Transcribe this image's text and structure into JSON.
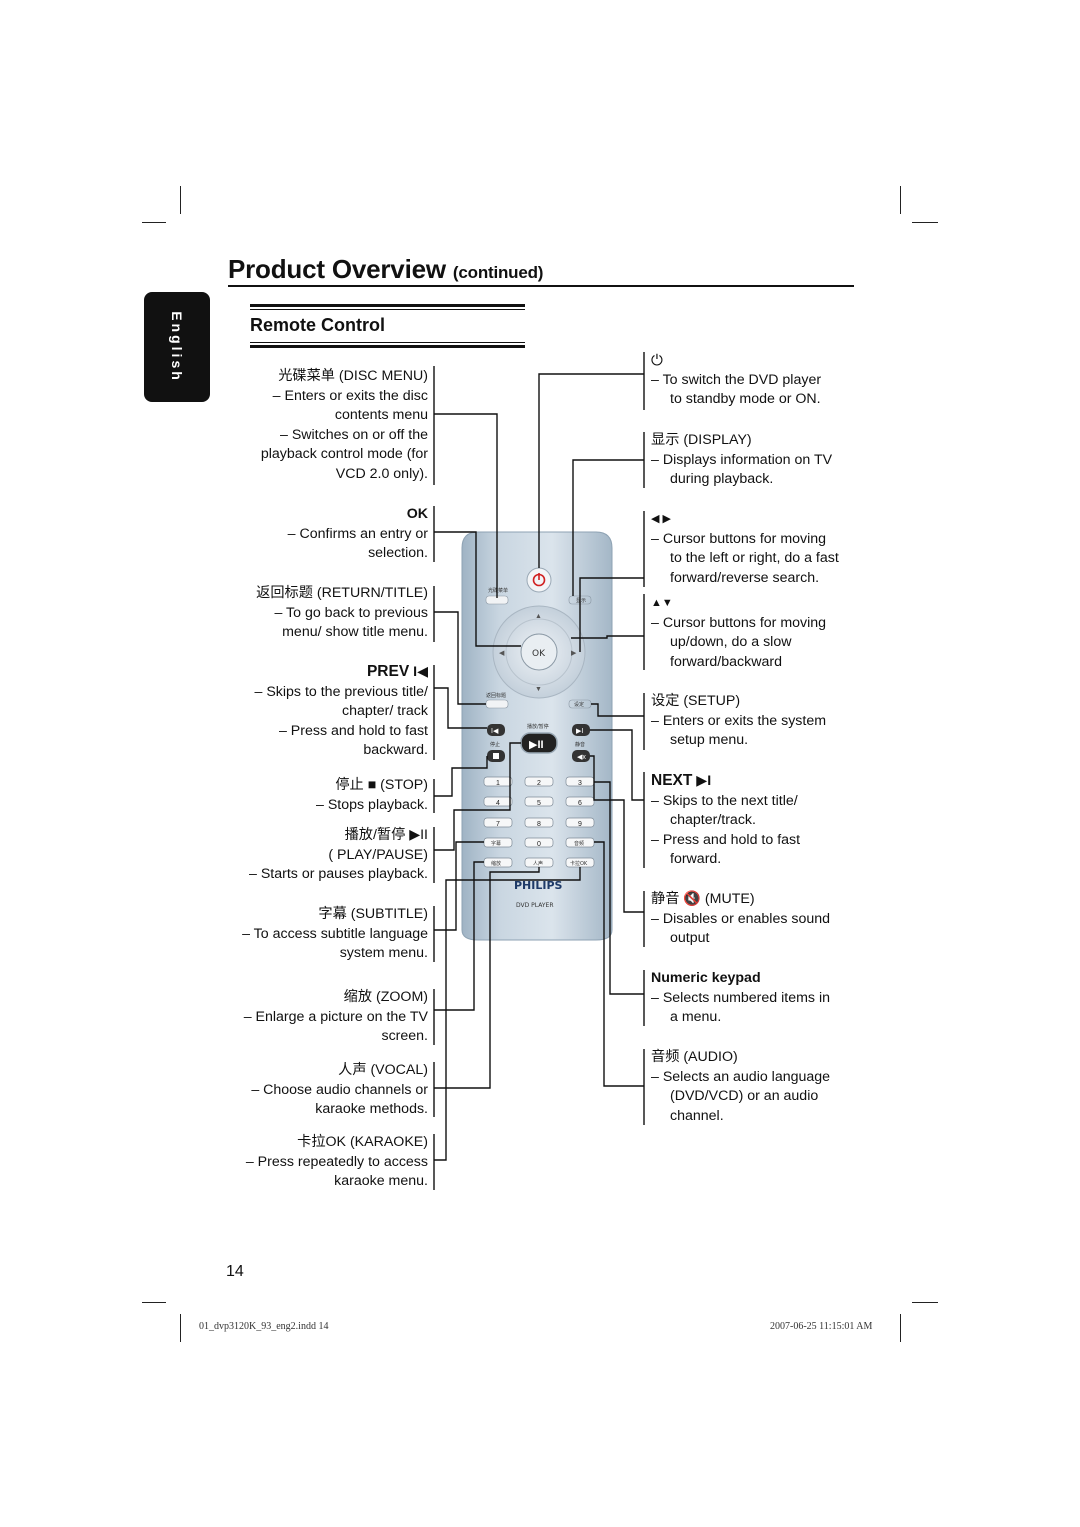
{
  "header": {
    "title": "Product Overview",
    "continued": "(continued)",
    "language_tab": "English",
    "section_title": "Remote Control"
  },
  "left_items": [
    {
      "title": "光碟菜单 (DISC MENU)",
      "lines": [
        "–  Enters or exits the disc",
        "contents menu",
        "–  Switches on or off the",
        "playback control mode (for",
        "VCD 2.0 only)."
      ]
    },
    {
      "title": "OK",
      "lines": [
        "–  Confirms an entry or",
        "selection."
      ]
    },
    {
      "title": "返回标题 (RETURN/TITLE)",
      "lines": [
        "–  To go back to previous",
        "menu/ show title menu."
      ]
    },
    {
      "title": "PREV",
      "lines": [
        "–  Skips to the previous title/",
        "chapter/ track",
        "–  Press and hold to fast",
        "backward."
      ]
    },
    {
      "title": "停止 ■ (STOP)",
      "lines": [
        "–  Stops playback."
      ]
    },
    {
      "title": "播放/暂停 ▶II",
      "lines": [
        "( PLAY/PAUSE)",
        "–  Starts or pauses playback."
      ]
    },
    {
      "title": "字幕 (SUBTITLE)",
      "lines": [
        "–  To access subtitle language",
        "system menu."
      ]
    },
    {
      "title": "缩放 (ZOOM)",
      "lines": [
        "–  Enlarge a picture on the TV",
        "screen."
      ]
    },
    {
      "title": "人声 (VOCAL)",
      "lines": [
        "–  Choose audio channels or",
        "karaoke methods."
      ]
    },
    {
      "title": "卡拉OK (KARAOKE)",
      "lines": [
        "–  Press repeatedly to access",
        "karaoke menu."
      ]
    }
  ],
  "right_items": [
    {
      "title": "⏻",
      "lines": [
        "–  To switch the DVD player",
        "to standby mode or ON."
      ]
    },
    {
      "title": "显示 (DISPLAY)",
      "lines": [
        "–  Displays information on TV",
        "during playback."
      ]
    },
    {
      "title": "◀ ▶",
      "lines": [
        "–  Cursor buttons for moving",
        "to the left or right, do a fast",
        "forward/reverse search."
      ]
    },
    {
      "title": "▲▼",
      "lines": [
        "–  Cursor buttons for moving",
        "up/down, do a slow",
        "forward/backward"
      ]
    },
    {
      "title": "设定 (SETUP)",
      "lines": [
        "–  Enters or exits the system",
        "setup menu."
      ]
    },
    {
      "title": "NEXT",
      "lines": [
        "–  Skips to the next title/",
        "chapter/track.",
        "–  Press and hold to fast",
        "forward."
      ]
    },
    {
      "title": "静音 🔇 (MUTE)",
      "lines": [
        "–  Disables or enables sound",
        "output"
      ]
    },
    {
      "title": "Numeric keypad",
      "lines": [
        "–  Selects numbered items in",
        "a menu."
      ]
    },
    {
      "title": "音频 (AUDIO)",
      "lines": [
        "–  Selects an audio language",
        "(DVD/VCD) or an audio",
        "channel."
      ]
    }
  ],
  "remote": {
    "brand": "PHILIPS",
    "model": "DVD PLAYER",
    "ok": "OK",
    "label_disc_menu": "光碟菜单",
    "label_display": "显示",
    "label_return": "返回标题",
    "label_setup": "设定",
    "label_play_pause": "播放/暂停",
    "label_stop": "停止",
    "label_mute": "静音",
    "label_subtitle": "字幕",
    "label_audio": "音频",
    "label_zoom": "缩放",
    "label_vocal": "人声",
    "label_karaoke": "卡拉OK",
    "digits": [
      "1",
      "2",
      "3",
      "4",
      "5",
      "6",
      "7",
      "8",
      "9",
      "0"
    ]
  },
  "page_number": "14",
  "footer": {
    "file": "01_dvp3120K_93_eng2.indd   14",
    "timestamp": "2007-06-25   11:15:01 AM"
  }
}
